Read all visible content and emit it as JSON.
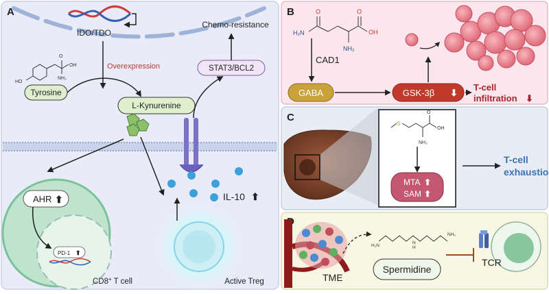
{
  "panels": {
    "a": {
      "letter": "A",
      "gene_label": "IDO/TDO",
      "overexpression": "Overexpression",
      "tyrosine": "Tyrosine",
      "kynurenine": "L-Kynurenine",
      "stat3": "STAT3/BCL2",
      "chemo": "Chemo-resistance",
      "ahr": "AHR",
      "pd1": "PD-1",
      "cd8": "CD8",
      "cd8_sup": "+",
      "cd8_rest": " T cell",
      "il10": "IL-10",
      "treg": "Active Treg"
    },
    "b": {
      "letter": "B",
      "cad1": "CAD1",
      "gaba": "GABA",
      "gsk": "GSK-3β",
      "tcell_line1": "T-cell",
      "tcell_line2": "infiltration"
    },
    "c": {
      "letter": "C",
      "mta": "MTA",
      "sam": "SAM",
      "exhaustion_line1": "T-cell",
      "exhaustion_line2": "exhaustion"
    },
    "d": {
      "letter": "D",
      "tme": "TME",
      "spermidine": "Spermidine",
      "tcr": "TCR"
    }
  },
  "molecule_labels": {
    "h2n": "H₂N",
    "nh2": "NH₂",
    "oh": "OH",
    "o": "O",
    "s": "S",
    "ho": "HO",
    "h": "H",
    "n": "N"
  },
  "colors": {
    "panel_a_bg": "#e9ecf8",
    "panel_b_bg": "#fbe6ee",
    "panel_c_bg": "#e8edf5",
    "panel_d_bg": "#f7f7e3",
    "accent_red": "#c0392b",
    "accent_blue": "#3f6fb0",
    "gaba_fill": "#c9a23a",
    "gsk_fill": "#c0392b",
    "mta_fill": "#c45870",
    "kyn_fill": "#dff0cf",
    "cd8_fill": "#bfe3cc",
    "il10_dot": "#3ea0d8"
  }
}
